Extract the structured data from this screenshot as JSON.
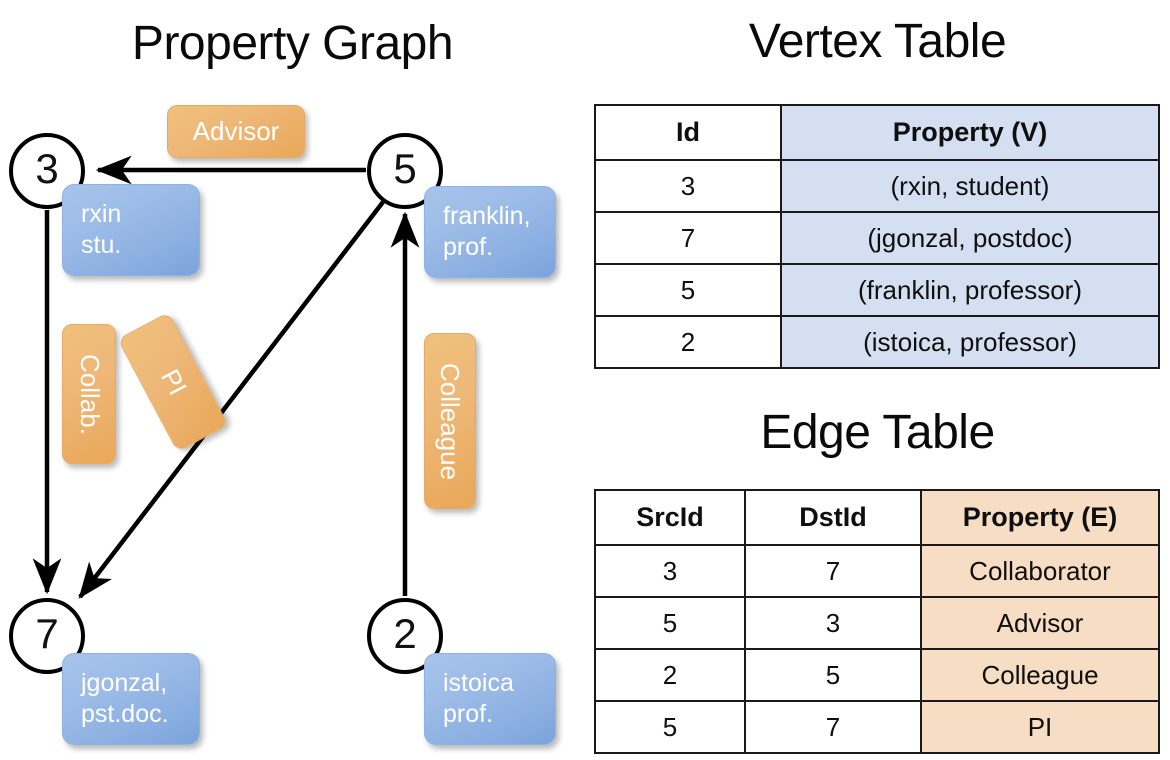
{
  "titles": {
    "property_graph": "Property Graph",
    "vertex_table": "Vertex Table",
    "edge_table": "Edge Table"
  },
  "graph": {
    "nodes": [
      {
        "id": "3",
        "property_label": "rxin\nstu."
      },
      {
        "id": "5",
        "property_label": "franklin,\nprof."
      },
      {
        "id": "7",
        "property_label": "jgonzal,\npst.doc."
      },
      {
        "id": "2",
        "property_label": "istoica\nprof."
      }
    ],
    "node_ids": {
      "three": "3",
      "five": "5",
      "seven": "7",
      "two": "2"
    },
    "property_boxes": {
      "rxin": {
        "line1": "rxin",
        "line2": "stu."
      },
      "franklin": {
        "line1": "franklin,",
        "line2": "prof."
      },
      "jgonzal": {
        "line1": "jgonzal,",
        "line2": "pst.doc."
      },
      "istoica": {
        "line1": "istoica",
        "line2": "prof."
      }
    },
    "edge_labels": {
      "advisor": "Advisor",
      "collab": "Collab.",
      "pi": "PI",
      "colleague": "Colleague"
    },
    "edges": [
      {
        "from": "5",
        "to": "3",
        "label": "Advisor"
      },
      {
        "from": "3",
        "to": "7",
        "label": "Collab."
      },
      {
        "from": "5",
        "to": "7",
        "label": "PI"
      },
      {
        "from": "2",
        "to": "5",
        "label": "Colleague"
      }
    ]
  },
  "vertex_table": {
    "headers": [
      "Id",
      "Property (V)"
    ],
    "rows": [
      {
        "id": "3",
        "property": "(rxin, student)"
      },
      {
        "id": "7",
        "property": "(jgonzal, postdoc)"
      },
      {
        "id": "5",
        "property": "(franklin, professor)"
      },
      {
        "id": "2",
        "property": "(istoica, professor)"
      }
    ]
  },
  "edge_table": {
    "headers": [
      "SrcId",
      "DstId",
      "Property (E)"
    ],
    "rows": [
      {
        "src": "3",
        "dst": "7",
        "property": "Collaborator"
      },
      {
        "src": "5",
        "dst": "3",
        "property": "Advisor"
      },
      {
        "src": "2",
        "dst": "5",
        "property": "Colleague"
      },
      {
        "src": "5",
        "dst": "7",
        "property": "PI"
      }
    ]
  },
  "colors": {
    "vertex_property_fill": "#d4e0f1",
    "edge_property_fill": "#f6ddc3",
    "node_box_blue": "#8cb0e2",
    "edge_label_orange": "#eeb878",
    "stroke": "#000000"
  }
}
